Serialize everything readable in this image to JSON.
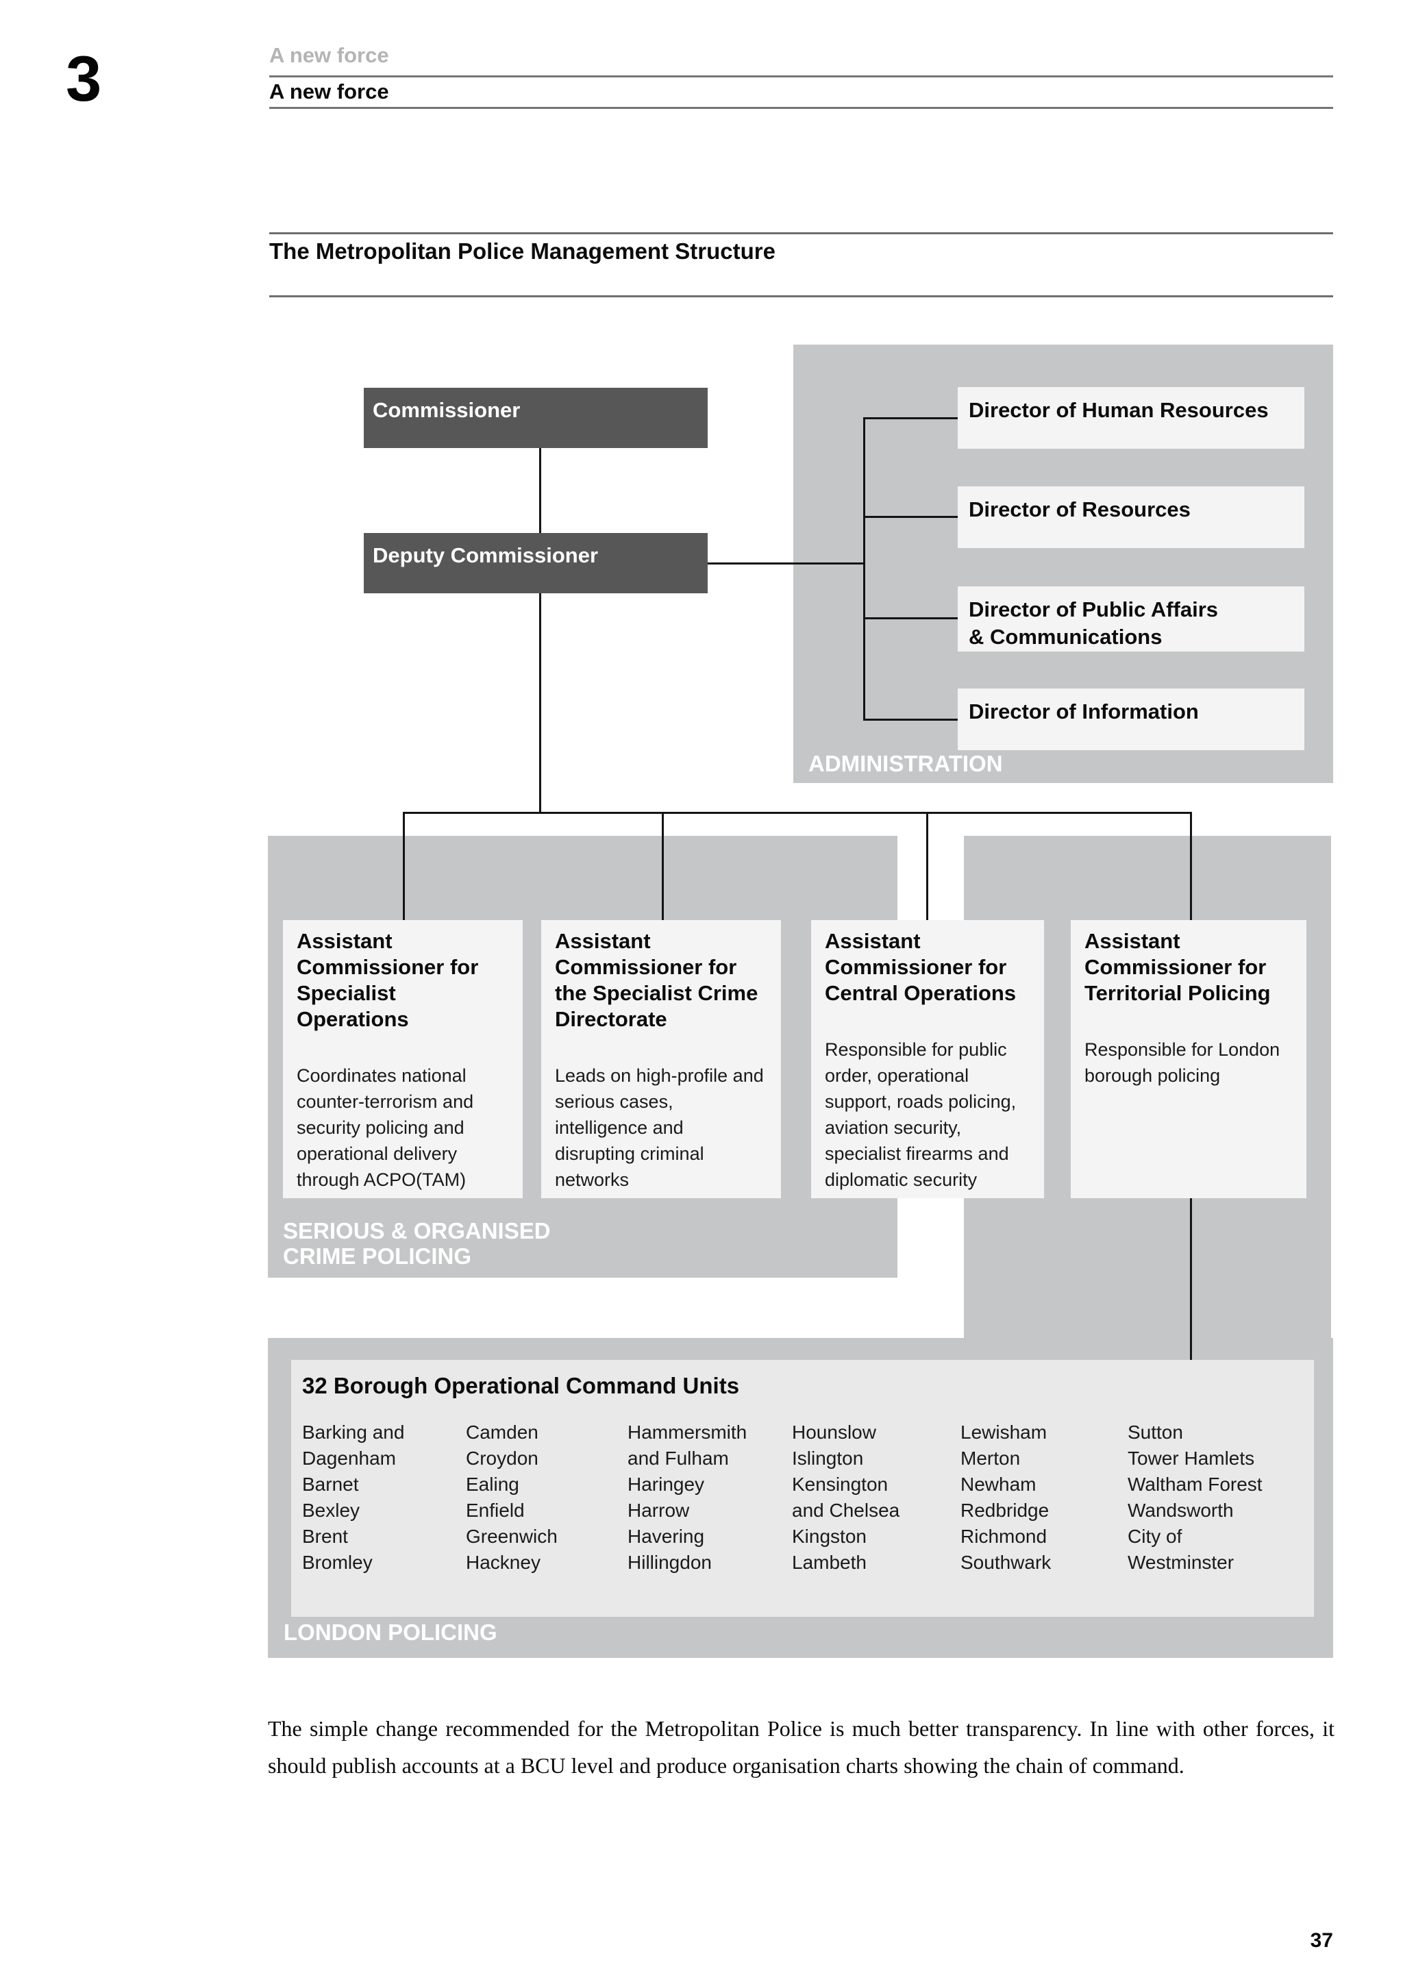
{
  "header": {
    "chapter_number": "3",
    "running_title_light": "A new force",
    "running_title_bold": "A new force"
  },
  "diagram": {
    "title": "The Metropolitan Police Management Structure",
    "nodes": {
      "commissioner": "Commissioner",
      "deputy_commissioner": "Deputy Commissioner",
      "director_hr": "Director of Human Resources",
      "director_resources": "Director of Resources",
      "director_public_affairs": "Director of Public Affairs\n& Communications",
      "director_information": "Director of Information"
    },
    "groups": {
      "administration": "ADMINISTRATION",
      "serious_organised": "SERIOUS & ORGANISED\nCRIME POLICING",
      "london_policing": "LONDON POLICING"
    },
    "assistant_commissioners": [
      {
        "title": "Assistant Commissioner for Specialist Operations",
        "description": "Coordinates national counter-terrorism and security policing and operational delivery through ACPO(TAM)"
      },
      {
        "title": "Assistant Commissioner for the Specialist Crime Directorate",
        "description": "Leads on high-profile and serious cases, intelligence and disrupting criminal networks"
      },
      {
        "title": "Assistant Commissioner for Central Operations",
        "description": "Responsible for public order, operational support, roads policing, aviation security, specialist firearms and diplomatic security"
      },
      {
        "title": "Assistant Commissioner for Territorial Policing",
        "description": "Responsible for London borough policing"
      }
    ],
    "boroughs": {
      "title": "32 Borough Operational Command Units",
      "columns": [
        [
          "Barking and",
          "Dagenham",
          "Barnet",
          "Bexley",
          "Brent",
          "Bromley"
        ],
        [
          "Camden",
          "Croydon",
          "Ealing",
          "Enfield",
          "Greenwich",
          "Hackney"
        ],
        [
          "Hammersmith",
          "and Fulham",
          "Haringey",
          "Harrow",
          "Havering",
          "Hillingdon"
        ],
        [
          "Hounslow",
          "Islington",
          "Kensington",
          "and Chelsea",
          "Kingston",
          "Lambeth"
        ],
        [
          "Lewisham",
          "Merton",
          "Newham",
          "Redbridge",
          "Richmond",
          "Southwark"
        ],
        [
          "Sutton",
          "Tower Hamlets",
          "Waltham Forest",
          "Wandsworth",
          "City of",
          "Westminster"
        ]
      ]
    }
  },
  "footer": {
    "paragraph": "The simple change recommended for the Metropolitan Police is much better transparency. In line with other forces, it should publish accounts at a BCU level and produce organisation charts showing the chain of command.",
    "page_number": "37"
  },
  "colors": {
    "dark_box": "#575757",
    "group_gray": "#c5c6c7",
    "light_box": "#f4f4f4",
    "borough_box": "#e9e9e9",
    "line": "#141414"
  }
}
